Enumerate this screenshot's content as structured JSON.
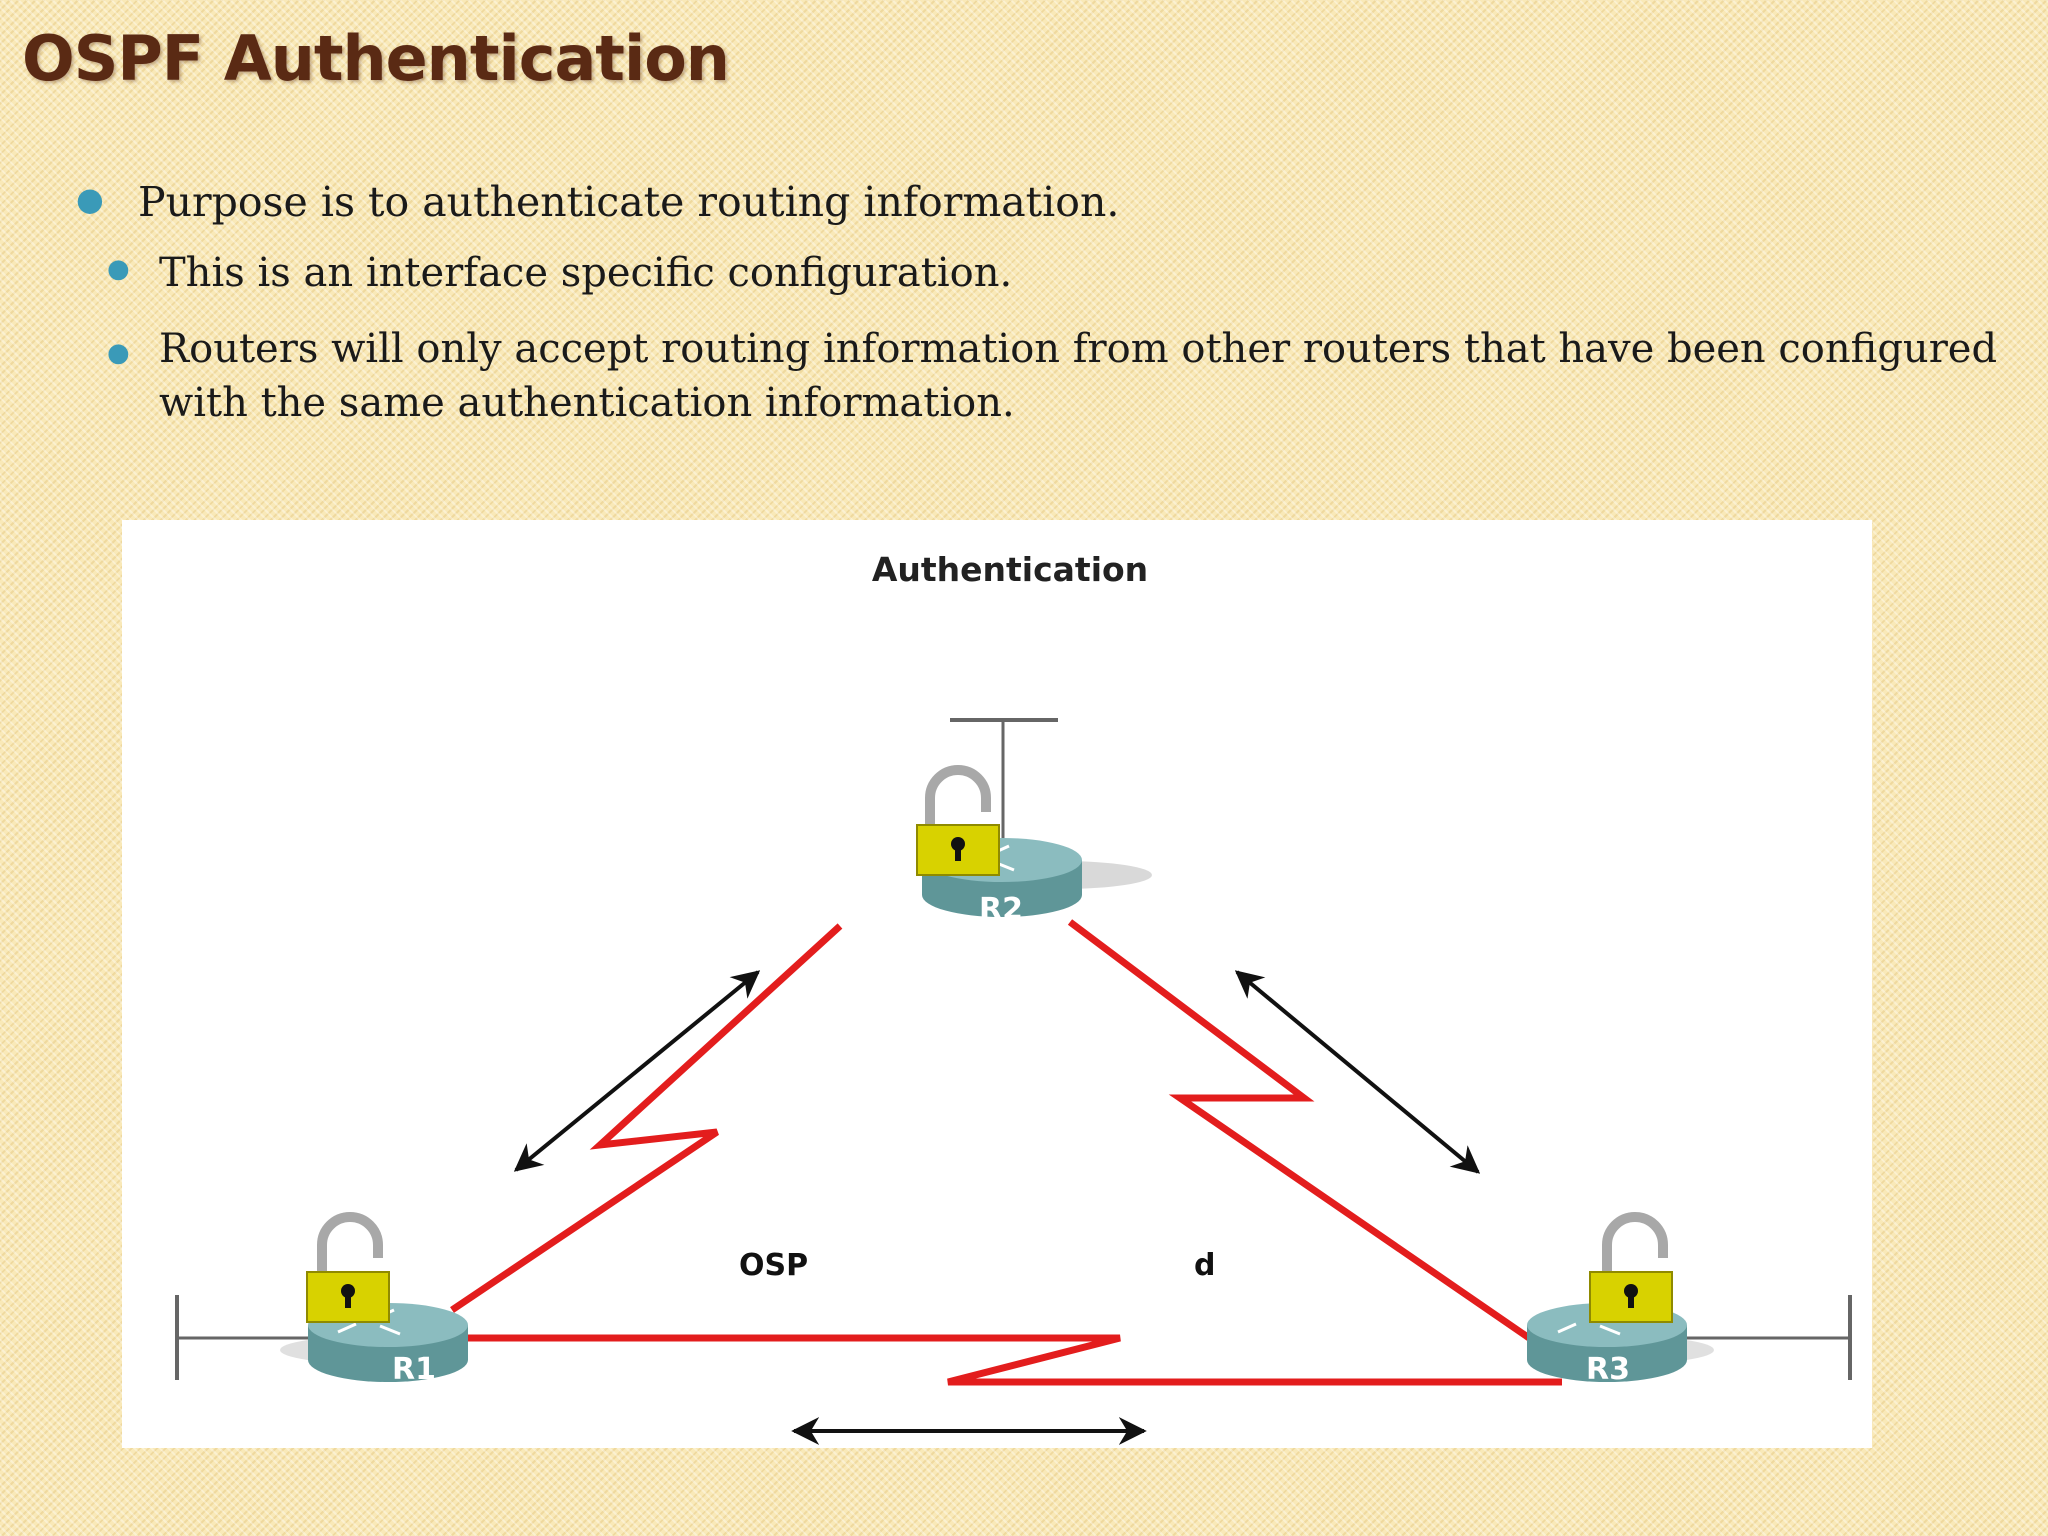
{
  "slide": {
    "title": "OSPF Authentication",
    "bullets": [
      "Purpose is to authenticate routing information.",
      "This is an interface specific configuration.",
      "Routers will only accept routing information from other routers that have been configured with the same authentication information."
    ]
  },
  "diagram": {
    "title": "Authentication",
    "link_labels": [
      "OSP",
      "d"
    ],
    "routers": [
      {
        "label": "R1"
      },
      {
        "label": "R2"
      },
      {
        "label": "R3"
      }
    ],
    "colors": {
      "link": "#e31d1d",
      "router_body": "#5f9698",
      "router_top": "#8bbcbf",
      "lock_body": "#d8d200",
      "lock_shackle": "#a8a8a8",
      "arrow": "#111111"
    },
    "icons": [
      "padlock-icon",
      "router-icon",
      "double-arrow-icon"
    ]
  }
}
